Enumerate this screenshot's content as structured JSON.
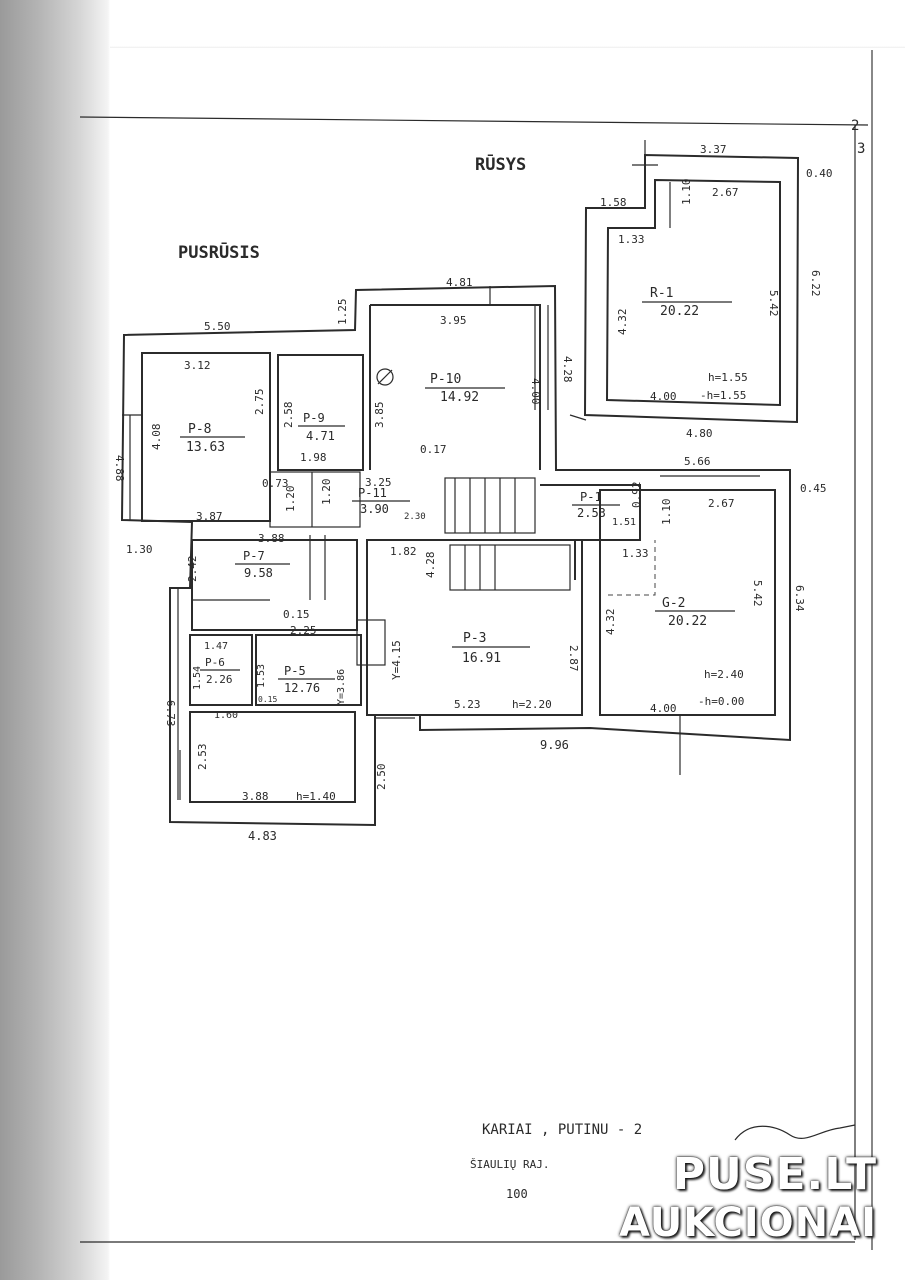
{
  "sheet_number": "3",
  "sheet_code": "2",
  "sections": {
    "rusys": "RŪSYS",
    "pusrusis": "PUSRŪSIS"
  },
  "rooms": {
    "r1": {
      "id": "R-1",
      "area": "20.22"
    },
    "p10": {
      "id": "P-10",
      "area": "14.92"
    },
    "p9": {
      "id": "P-9",
      "area": "4.71"
    },
    "p8": {
      "id": "P-8",
      "area": "13.63"
    },
    "p11": {
      "id": "P-11",
      "area": "3.90"
    },
    "p1": {
      "id": "P-1",
      "area": "2.53"
    },
    "p7": {
      "id": "P-7",
      "area": "9.58"
    },
    "p3": {
      "id": "P-3",
      "area": "16.91"
    },
    "g2": {
      "id": "G-2",
      "area": "20.22"
    },
    "p6": {
      "id": "P-6",
      "area": "2.26"
    },
    "p5": {
      "id": "P-5",
      "area": "12.76"
    }
  },
  "dims": {
    "d337": "3.37",
    "d040": "0.40",
    "d158": "1.58",
    "d110a": "1.10",
    "d267a": "2.67",
    "d133a": "1.33",
    "d542a": "5.42",
    "d622": "6.22",
    "d432a": "4.32",
    "d155a": "h=1.55",
    "d155b": "-h=1.55",
    "d400a": "4.00",
    "d480": "4.80",
    "d481": "4.81",
    "d125": "1.25",
    "d395": "3.95",
    "d400b": "4.00",
    "d428a": "4.28",
    "d385": "3.85",
    "d550": "5.50",
    "d312": "3.12",
    "d275": "2.75",
    "d258": "2.58",
    "d488": "4.88",
    "d408": "4.08",
    "d198": "1.98",
    "d017": "0.17",
    "d566": "5.66",
    "d045": "0.45",
    "d073": "0.73",
    "d120a": "1.20",
    "d120b": "1.20",
    "d325": "3.25",
    "d230": "2.30",
    "d387": "3.87",
    "d388a": "3.88",
    "d182": "1.82",
    "d428b": "4.28",
    "d092": "0.92",
    "d110b": "1.10",
    "d267b": "2.67",
    "d151": "1.51",
    "d133b": "1.33",
    "d130": "1.30",
    "d242": "2.42",
    "d015a": "0.15",
    "d225": "2.25",
    "d415": "Y=4.15",
    "d386": "Y=3.86",
    "d432b": "4.32",
    "d542b": "5.42",
    "d634": "6.34",
    "d147": "1.47",
    "d154": "1.54",
    "d153": "1.53",
    "d015b": "0.15",
    "d287": "2.87",
    "d673": "6.73",
    "d240": "h=2.40",
    "d000": "-h=0.00",
    "d400c": "4.00",
    "d523": "5.23",
    "d220": "h=2.20",
    "d160": "1.60",
    "d996": "9.96",
    "d253": "2.53",
    "d250": "2.50",
    "d388b": "3.88",
    "d140": "h=1.40",
    "d483": "4.83"
  },
  "address": "KARIAI , PUTINU - 2",
  "district": "ŠIAULIŲ RAJ.",
  "scale": "100",
  "watermark": {
    "line1": "PUSE.LT",
    "line2": "AUKCIONAI"
  }
}
